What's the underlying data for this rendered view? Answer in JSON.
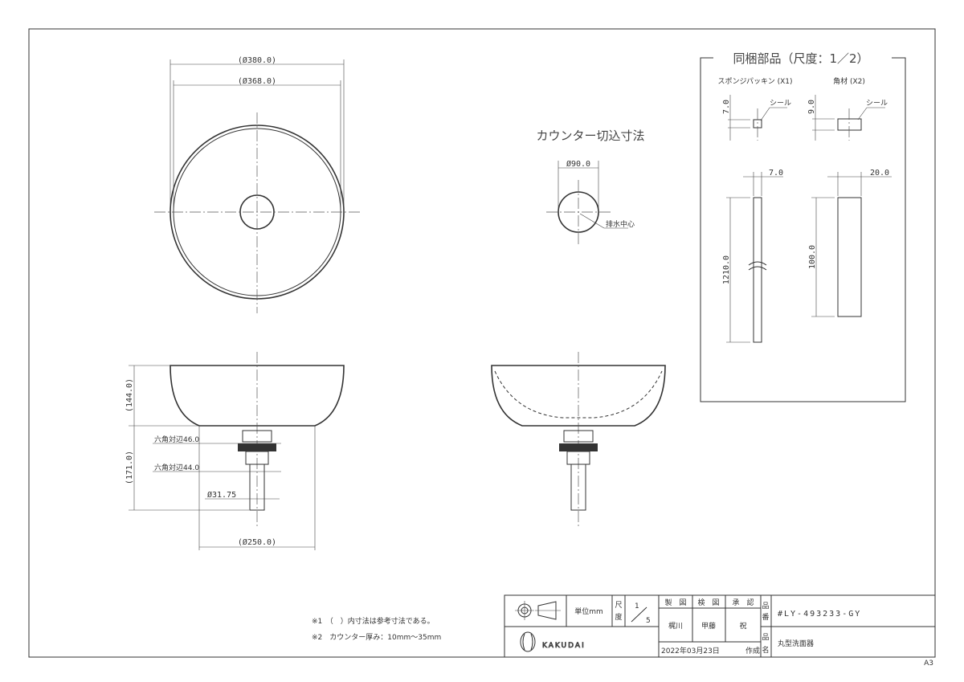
{
  "top_view": {
    "outer_dia": "(Ø380.0)",
    "inner_dia": "(Ø368.0)"
  },
  "counter_cutout": {
    "title": "カウンター切込寸法",
    "dia": "Ø90.0",
    "drain_center": "排水中心"
  },
  "side_view": {
    "height_bowl": "(144.0)",
    "height_total": "(171.0)",
    "hex1": "六角対辺46.0",
    "hex2": "六角対辺44.0",
    "pipe_dia": "Ø31.75",
    "base_dia": "(Ø250.0)"
  },
  "accessories": {
    "title": "同梱部品（尺度：1／2）",
    "sponge": {
      "label": "スポンジパッキン (X1)",
      "thickness": "7.0",
      "seal": "シール",
      "width": "7.0",
      "length": "1210.0"
    },
    "block": {
      "label": "角材 (X2)",
      "thickness": "9.0",
      "seal": "シール",
      "width": "20.0",
      "length": "100.0"
    }
  },
  "notes": [
    "※1　（　）内寸法は参考寸法である。",
    "※2　カウンター厚み：10mm～35mm"
  ],
  "title_block": {
    "unit": "単位mm",
    "scale_label_1": "尺",
    "scale_label_2": "度",
    "scale_num": "1",
    "scale_den": "5",
    "drawn_label": "製　図",
    "checked_label": "検　図",
    "approved_label": "承　認",
    "drawn_by": "梶川",
    "checked_by": "甲藤",
    "approved_by": "祝",
    "date": "2022年03月23日",
    "created": "作成",
    "part_no_label_1": "品",
    "part_no_label_2": "番",
    "part_no": "#LY-493233-GY",
    "part_name_label_1": "品",
    "part_name_label_2": "名",
    "part_name": "丸型洗面器",
    "brand": "KAKUDAI"
  },
  "sheet_size": "A3"
}
